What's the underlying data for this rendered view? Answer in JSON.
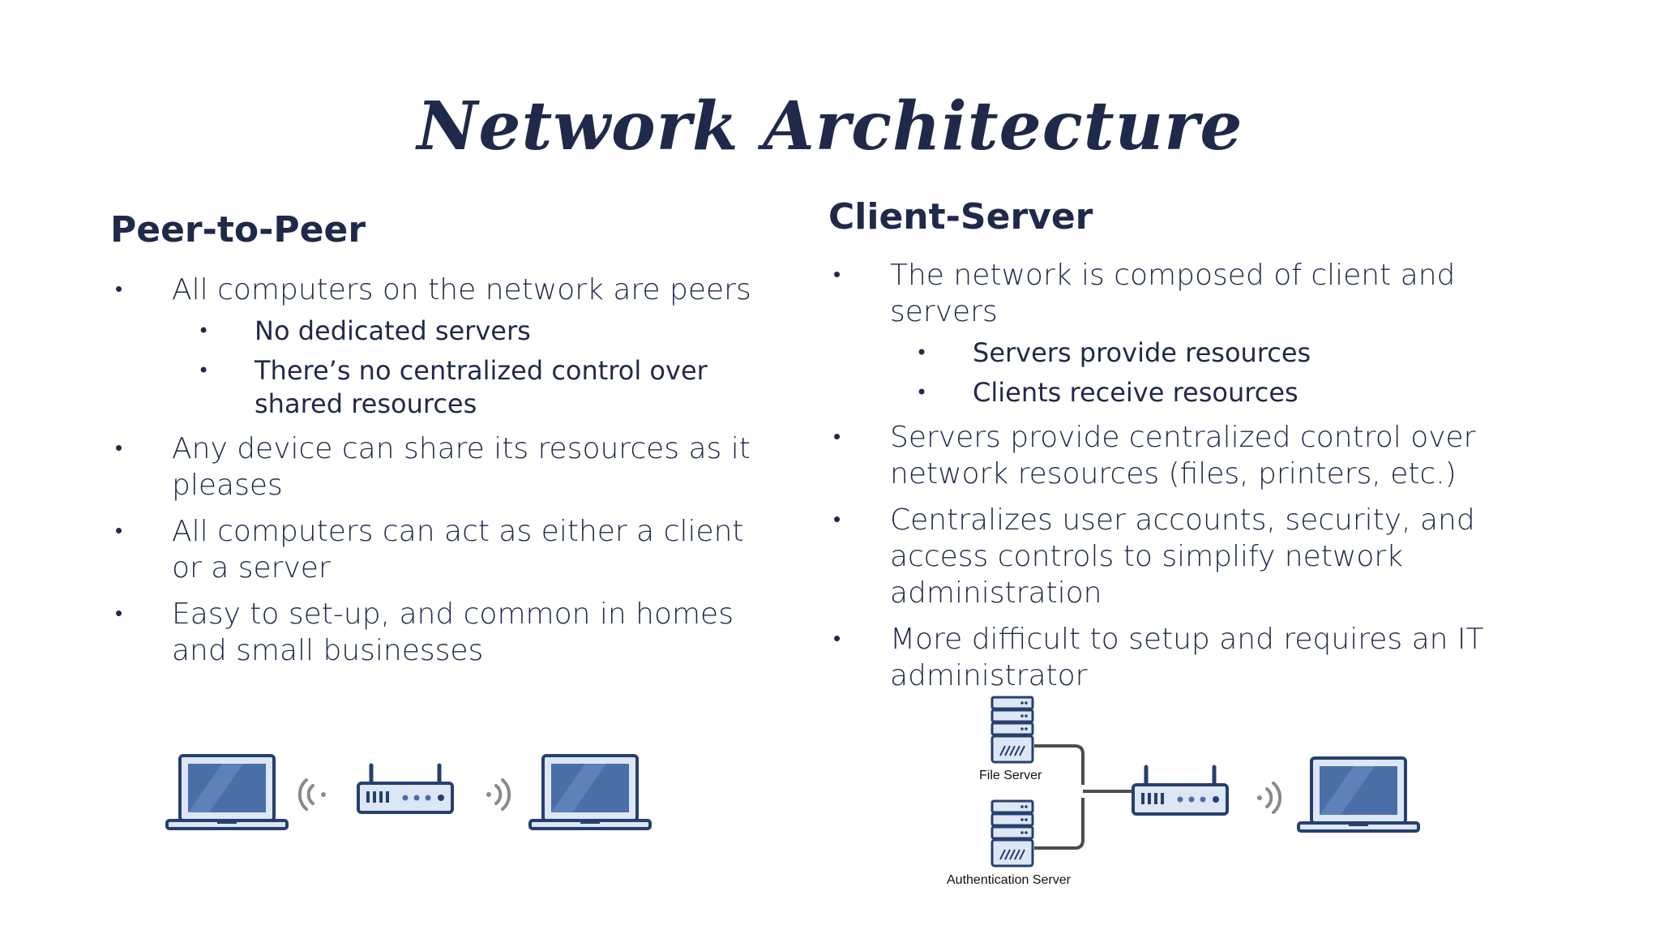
{
  "slide": {
    "title": "Network Architecture"
  },
  "peer_to_peer": {
    "heading": "Peer-to-Peer",
    "bullets": [
      "All computers on the network are peers",
      "No dedicated servers",
      "There’s no centralized control over shared resources",
      "Any device can share its resources as it pleases",
      "All computers can act as either a client or a server",
      "Easy to set-up, and common in homes and small businesses"
    ]
  },
  "client_server": {
    "heading": "Client-Server",
    "bullets": [
      "The network is composed of client and servers",
      "Servers provide resources",
      "Clients receive resources",
      "Servers provide centralized control over network resources (files, printers, etc.)",
      "Centralizes user accounts, security, and access controls to simplify network administration",
      "More difficult to setup and requires an IT administrator"
    ]
  },
  "diagram": {
    "file_server_label": "File Server",
    "auth_server_label": "Authentication Server"
  },
  "colors": {
    "text": "#1f2a4a",
    "device_fill": "#4a6fa8",
    "device_outline": "#26406e",
    "device_light": "#dce6f5",
    "signal": "#8a8a8a",
    "connector": "#4d4d4d"
  }
}
